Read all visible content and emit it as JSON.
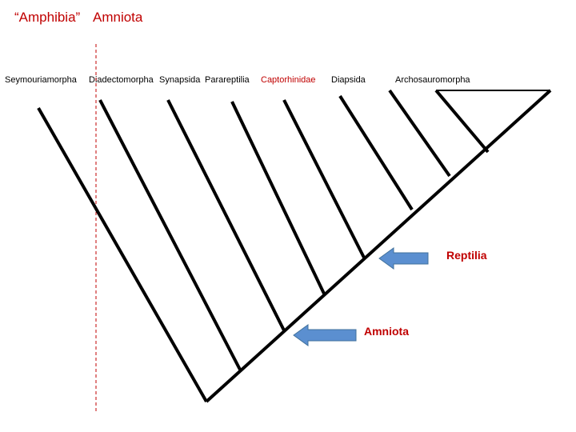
{
  "title": {
    "amphibia": "“Amphibia”",
    "amniota": "Amniota"
  },
  "taxa": [
    {
      "label": "Seymouriamorpha"
    },
    {
      "label": "Diadectomorpha"
    },
    {
      "label": "Synapsida"
    },
    {
      "label": "Parareptilia"
    },
    {
      "label": "Captorhinidae",
      "color": "#c00000"
    },
    {
      "label": "Diapsida"
    },
    {
      "label": "Archosauromorpha"
    }
  ],
  "callouts": {
    "reptilia": "Reptilia",
    "amniota": "Amniota"
  },
  "colors": {
    "accent_red": "#c00000",
    "arrow_fill": "#5b8fd0",
    "arrow_stroke": "#41719c",
    "lines": "#000000"
  }
}
